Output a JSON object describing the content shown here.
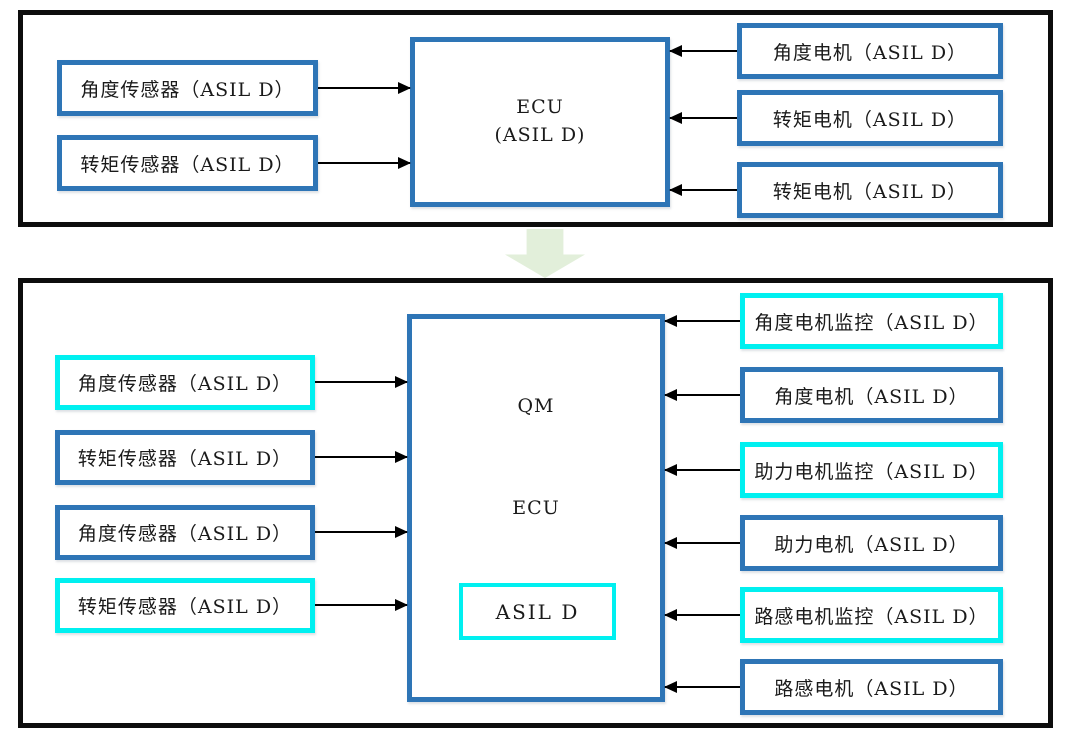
{
  "colors": {
    "box_border_blue": "#2e75b6",
    "box_border_cyan": "#00f0f0",
    "frame_black": "#0d0d0d",
    "connector_black": "#000000",
    "transition_arrow_green": "#e2efda",
    "text": "#1a1a1a"
  },
  "top_diagram": {
    "left_boxes": [
      {
        "label": "角度传感器（ASIL D）",
        "style": "blue"
      },
      {
        "label": "转矩传感器（ASIL D）",
        "style": "blue"
      }
    ],
    "center_box": {
      "line1": "ECU",
      "line2": "(ASIL D)",
      "style": "blue"
    },
    "right_boxes": [
      {
        "label": "角度电机（ASIL D）",
        "style": "blue"
      },
      {
        "label": "转矩电机（ASIL D）",
        "style": "blue"
      },
      {
        "label": "转矩电机（ASIL D）",
        "style": "blue"
      }
    ]
  },
  "transition": {
    "arrow_direction": "down"
  },
  "bottom_diagram": {
    "left_boxes": [
      {
        "label": "角度传感器（ASIL D）",
        "style": "cyan"
      },
      {
        "label": "转矩传感器（ASIL D）",
        "style": "blue"
      },
      {
        "label": "角度传感器（ASIL D）",
        "style": "blue"
      },
      {
        "label": "转矩传感器（ASIL D）",
        "style": "cyan"
      }
    ],
    "center_box": {
      "top_label": "QM",
      "middle_label": "ECU",
      "inner_box": {
        "label": "ASIL D",
        "style": "cyan"
      },
      "style": "blue"
    },
    "right_boxes": [
      {
        "label": "角度电机监控（ASIL D）",
        "style": "cyan"
      },
      {
        "label": "角度电机（ASIL D）",
        "style": "blue"
      },
      {
        "label": "助力电机监控（ASIL D）",
        "style": "cyan"
      },
      {
        "label": "助力电机（ASIL D）",
        "style": "blue"
      },
      {
        "label": "路感电机监控（ASIL D）",
        "style": "cyan"
      },
      {
        "label": "路感电机（ASIL D）",
        "style": "blue"
      }
    ]
  }
}
